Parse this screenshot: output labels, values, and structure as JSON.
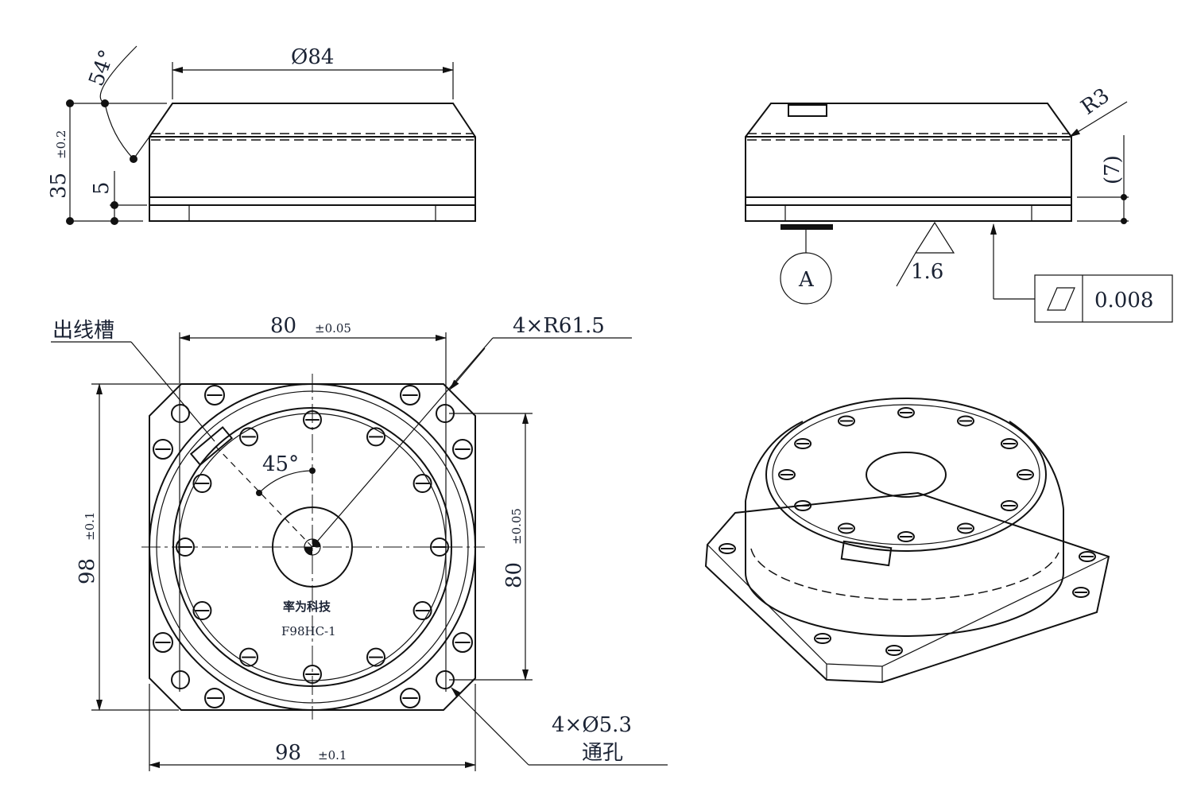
{
  "side_view_left": {
    "diameter_label": "Ø84",
    "angle_label": "54°",
    "height_label": "35",
    "height_tol": "±0.2",
    "step_label": "5"
  },
  "side_view_right": {
    "radius_label": "R3",
    "ref_dim_label": "(7)",
    "datum_label": "A",
    "roughness_label": "1.6",
    "flatness_symbol": "flatness-icon",
    "flatness_value": "0.008"
  },
  "front_view": {
    "slot_label": "出线槽",
    "width_label": "80",
    "width_tol": "±0.05",
    "radius_callout": "4×R61.5",
    "angle_label": "45°",
    "outer_height_label": "98",
    "outer_height_tol": "±0.1",
    "inner_height_label": "80",
    "inner_height_tol": "±0.05",
    "brand_text": "率为科技",
    "model_text": "F98HC-1",
    "outer_width_label": "98",
    "outer_width_tol": "±0.1",
    "hole_callout": "4×Ø5.3",
    "hole_note": "通孔"
  }
}
